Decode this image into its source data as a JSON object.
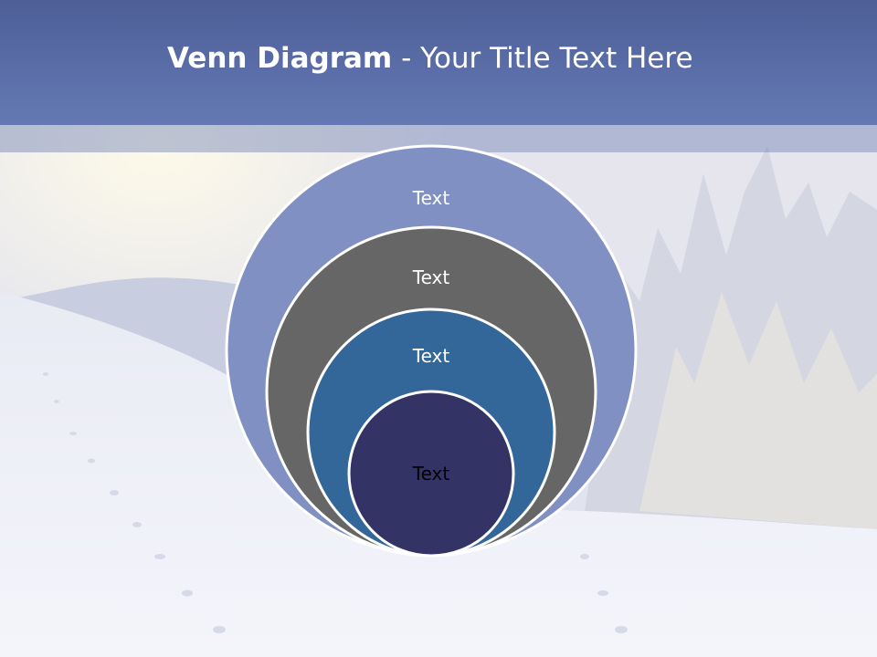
{
  "title": {
    "bold": "Venn Diagram",
    "rest": " - Your Title Text Here"
  },
  "circles": [
    {
      "label": "Text",
      "fill": "#8190c3",
      "text_color": "#ffffff"
    },
    {
      "label": "Text",
      "fill": "#666666",
      "text_color": "#ffffff"
    },
    {
      "label": "Text",
      "fill": "#336699",
      "text_color": "#ffffff"
    },
    {
      "label": "Text",
      "fill": "#333366",
      "text_color": "#000000"
    }
  ],
  "colors": {
    "header": "#5a6da8",
    "circle_stroke": "#ffffff",
    "sky": "#e3e6f0",
    "snow": "#f3f4fa"
  }
}
